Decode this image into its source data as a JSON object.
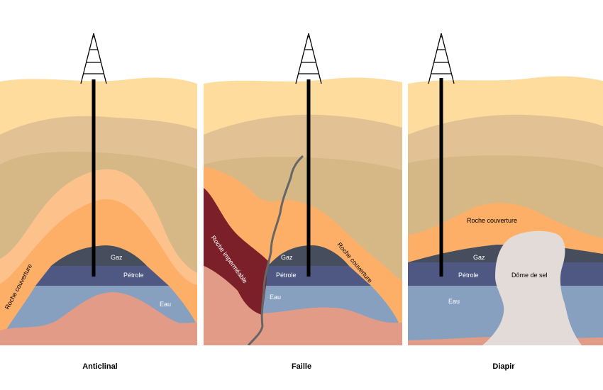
{
  "panels": [
    {
      "caption": "Anticlinal",
      "gas": "Gaz",
      "oil": "Pétrole",
      "water": "Eau",
      "cap_rock": "Roche couverture"
    },
    {
      "caption": "Faille",
      "gas": "Gaz",
      "oil": "Pétrole",
      "water": "Eau",
      "cap_rock": "Roche couverture",
      "impermeable": "Roche imperméable"
    },
    {
      "caption": "Diapir",
      "gas": "Gaz",
      "oil": "Pétrole",
      "water": "Eau",
      "cap_rock": "Roche couverture",
      "salt": "Dôme de sel"
    }
  ],
  "colors": {
    "top": "#FDDC9E",
    "layer2": "#E2C195",
    "layer3": "#D6B887",
    "light_orange": "#FDC28C",
    "orange": "#FDAF68",
    "gas": "#464D5C",
    "oil": "#4E5882",
    "water": "#87A0BF",
    "bedrock": "#E29B87",
    "impermeable": "#7B2029",
    "salt": "#E3DBD8",
    "fault": "#666666"
  }
}
